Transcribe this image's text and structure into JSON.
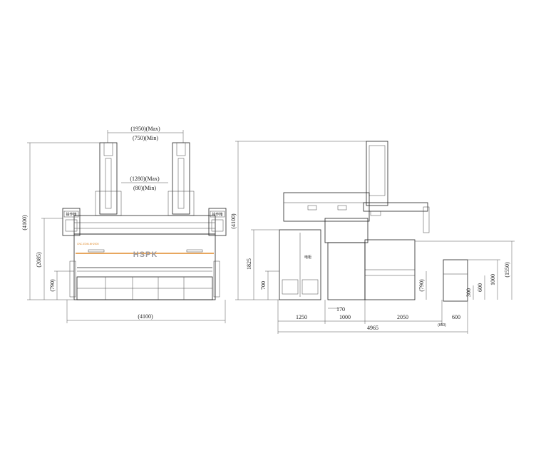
{
  "front_view": {
    "dim_top_max": "(1950)(Max)",
    "dim_top_min": "(750)(Min)",
    "dim_inner_max": "(1280)(Max)",
    "dim_inner_min": "(80)(Min)",
    "dim_height_total": "(4100)",
    "dim_height_mid": "(2085)",
    "dim_height_low": "(790)",
    "dim_width": "(4100)",
    "panel_left_label": "操作箱",
    "panel_right_label": "操作箱",
    "brand_logo": "HSPK",
    "model_text": "CNC-EDM-NH2000"
  },
  "side_view": {
    "dim_height_total": "(4100)",
    "dim_cabinet_height": "1825",
    "dim_cabinet_low": "700",
    "dim_tank_height": "(790)",
    "dim_right_1550": "(1550)",
    "dim_right_1000": "1000",
    "dim_right_600": "600",
    "dim_right_300": "300",
    "dim_170": "170",
    "dim_1250": "1250",
    "dim_1000": "1000",
    "dim_2050": "2050",
    "dim_600": "600",
    "dim_850": "(850)",
    "dim_total": "4965",
    "cabinet_label": "电柜"
  },
  "colors": {
    "accent": "#e08a2a",
    "logo": "#9a9aa0",
    "line": "#222222"
  }
}
